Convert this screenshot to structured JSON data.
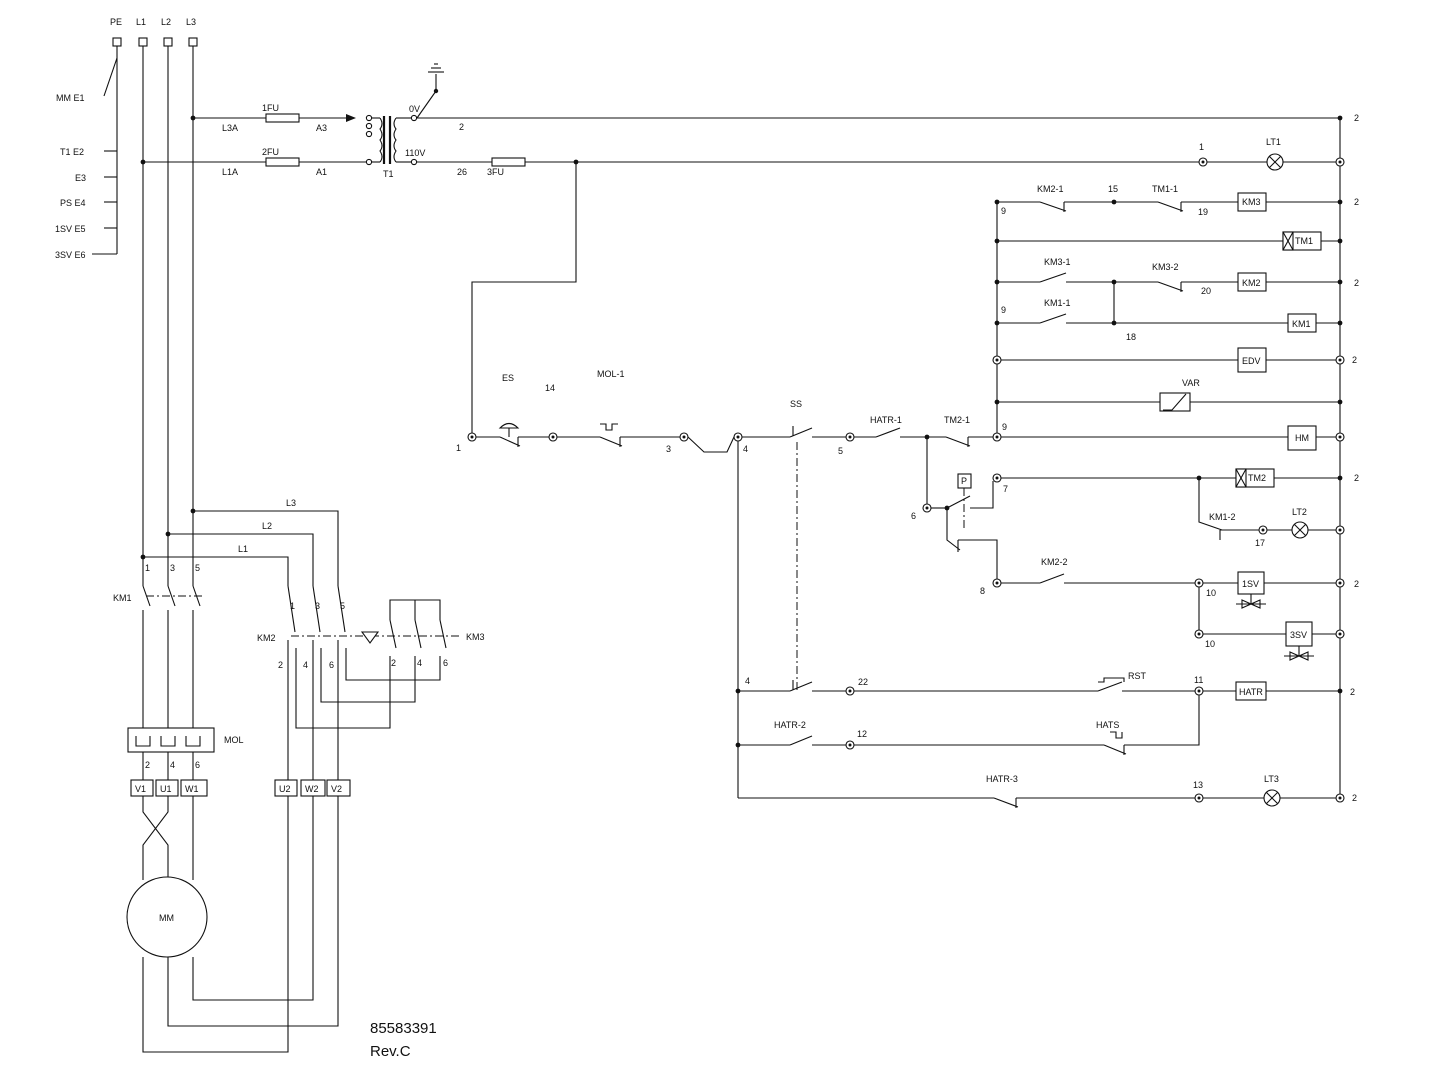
{
  "supply": {
    "pe": "PE",
    "l1": "L1",
    "l2": "L2",
    "l3": "L3"
  },
  "earth_list": [
    "MM E1",
    "T1 E2",
    "E3",
    "PS E4",
    "1SV E5",
    "3SV E6"
  ],
  "primary": {
    "l3a": "L3A",
    "l1a": "L1A",
    "fu1": "1FU",
    "fu2": "2FU",
    "a3": "A3",
    "a1": "A1",
    "t1": "T1",
    "v0": "0V",
    "v110": "110V",
    "w2": "2",
    "w26": "26",
    "fu3": "3FU"
  },
  "power": {
    "km1": "KM1",
    "km2": "KM2",
    "km3": "KM3",
    "mol": "MOL",
    "mm": "MM",
    "l1": "L1",
    "l2": "L2",
    "l3": "L3",
    "km1_top": [
      "1",
      "3",
      "5"
    ],
    "km2_top": [
      "1",
      "3",
      "5"
    ],
    "km2_bot": [
      "2",
      "4",
      "6"
    ],
    "km3_bot": [
      "2",
      "4",
      "6"
    ],
    "mol_out": [
      "2",
      "4",
      "6"
    ],
    "motor_left": [
      "V1",
      "U1",
      "W1"
    ],
    "motor_right": [
      "U2",
      "W2",
      "V2"
    ]
  },
  "control": {
    "n1": "1",
    "es": "ES",
    "n14": "14",
    "mol1": "MOL-1",
    "n3": "3",
    "n4": "4",
    "ss": "SS",
    "n5": "5",
    "hatr1": "HATR-1",
    "tm21": "TM2-1",
    "n9": "9",
    "n6": "6",
    "n7": "7",
    "p": "P",
    "n8": "8",
    "km22": "KM2-2",
    "km21": "KM2-1",
    "n15": "15",
    "tm11": "TM1-1",
    "n19": "19",
    "km31": "KM3-1",
    "km32": "KM3-2",
    "n20": "20",
    "km11": "KM1-1",
    "n18": "18",
    "var": "VAR",
    "km12": "KM1-2",
    "n17": "17",
    "n10": "10",
    "n22": "22",
    "rst": "RST",
    "n11": "11",
    "hatr2": "HATR-2",
    "n12": "12",
    "hats": "HATS",
    "hatr3": "HATR-3",
    "n13": "13"
  },
  "loads": {
    "lt1": "LT1",
    "km3": "KM3",
    "tm1": "TM1",
    "km2": "KM2",
    "km1": "KM1",
    "edv": "EDV",
    "hm": "HM",
    "tm2": "TM2",
    "lt2": "LT2",
    "sv1": "1SV",
    "sv3": "3SV",
    "hatr": "HATR",
    "lt3": "LT3"
  },
  "right_rail_label": "2",
  "document": {
    "number": "85583391",
    "revision": "Rev.C"
  }
}
